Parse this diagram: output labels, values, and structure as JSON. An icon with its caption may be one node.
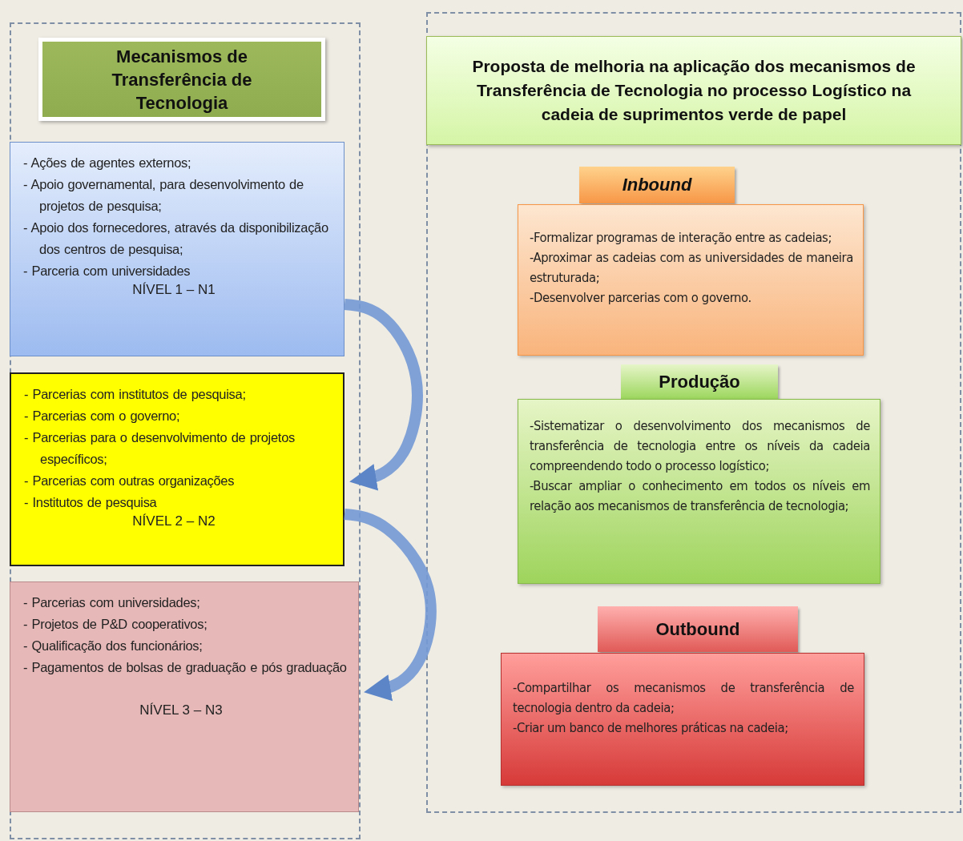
{
  "diagram": {
    "nodes": [
      {
        "text": [],
        "shape": "box"
      },
      {
        "text": [
          "Mecanismos de Transferência de Tecnologia"
        ],
        "in": 0
      },
      {
        "text": [
          "- Ações de agentes externos;",
          "- Apoio governamental, para desenvolvimento de projetos de pesquisa;",
          "- Apoio dos fornecedores, através da disponibilização dos centros de pesquisa;",
          "- Parceria com universidades",
          "NÍVEL 1 – N1"
        ],
        "in": 0
      },
      {
        "text": [
          "- Parcerias com institutos de pesquisa;",
          "- Parcerias com o governo;",
          "- Parcerias para o desenvolvimento de projetos específicos;",
          "- Parcerias com outras organizações",
          "- Institutos de pesquisa",
          "NÍVEL 2 – N2"
        ],
        "in": 0
      },
      {
        "text": [
          "- Parcerias com universidades;",
          "- Projetos de P&D cooperativos;",
          "- Qualificação dos funcionários;",
          "- Pagamentos de bolsas de graduação e pós graduação",
          "NÍVEL 3 – N3"
        ],
        "in": 0
      },
      {
        "text": [],
        "shape": "box"
      },
      {
        "text": [
          "Proposta de melhoria na aplicação dos mecanismos de Transferência de Tecnologia no processo Logístico na cadeia de suprimentos verde de papel"
        ],
        "in": 5
      },
      {
        "text": [
          "Inbound"
        ],
        "in": 5
      },
      {
        "text": [
          "-Formalizar programas de interação entre as cadeias;",
          "-Aproximar as cadeias com as universidades de maneira estruturada;",
          "-Desenvolver parcerias com o governo."
        ],
        "in": 5
      },
      {
        "text": [
          "Produção"
        ],
        "in": 5
      },
      {
        "text": [
          "-Sistematizar o desenvolvimento dos mecanismos de transferência de tecnologia entre os níveis da cadeia compreendendo todo o processo logístico;",
          "-Buscar ampliar o conhecimento em todos os níveis em relação aos mecanismos de transferência de tecnologia;"
        ],
        "in": 5
      },
      {
        "text": [
          "Outbound"
        ],
        "in": 5
      },
      {
        "text": [
          "-Compartilhar os mecanismos de transferência de tecnologia dentro da cadeia;",
          "-Criar um banco de melhores práticas na cadeia;"
        ],
        "in": 5
      }
    ],
    "edges": [
      {
        "from": 2,
        "to": 3,
        "arrow": "to"
      },
      {
        "from": 3,
        "to": 4,
        "arrow": "to"
      }
    ]
  }
}
